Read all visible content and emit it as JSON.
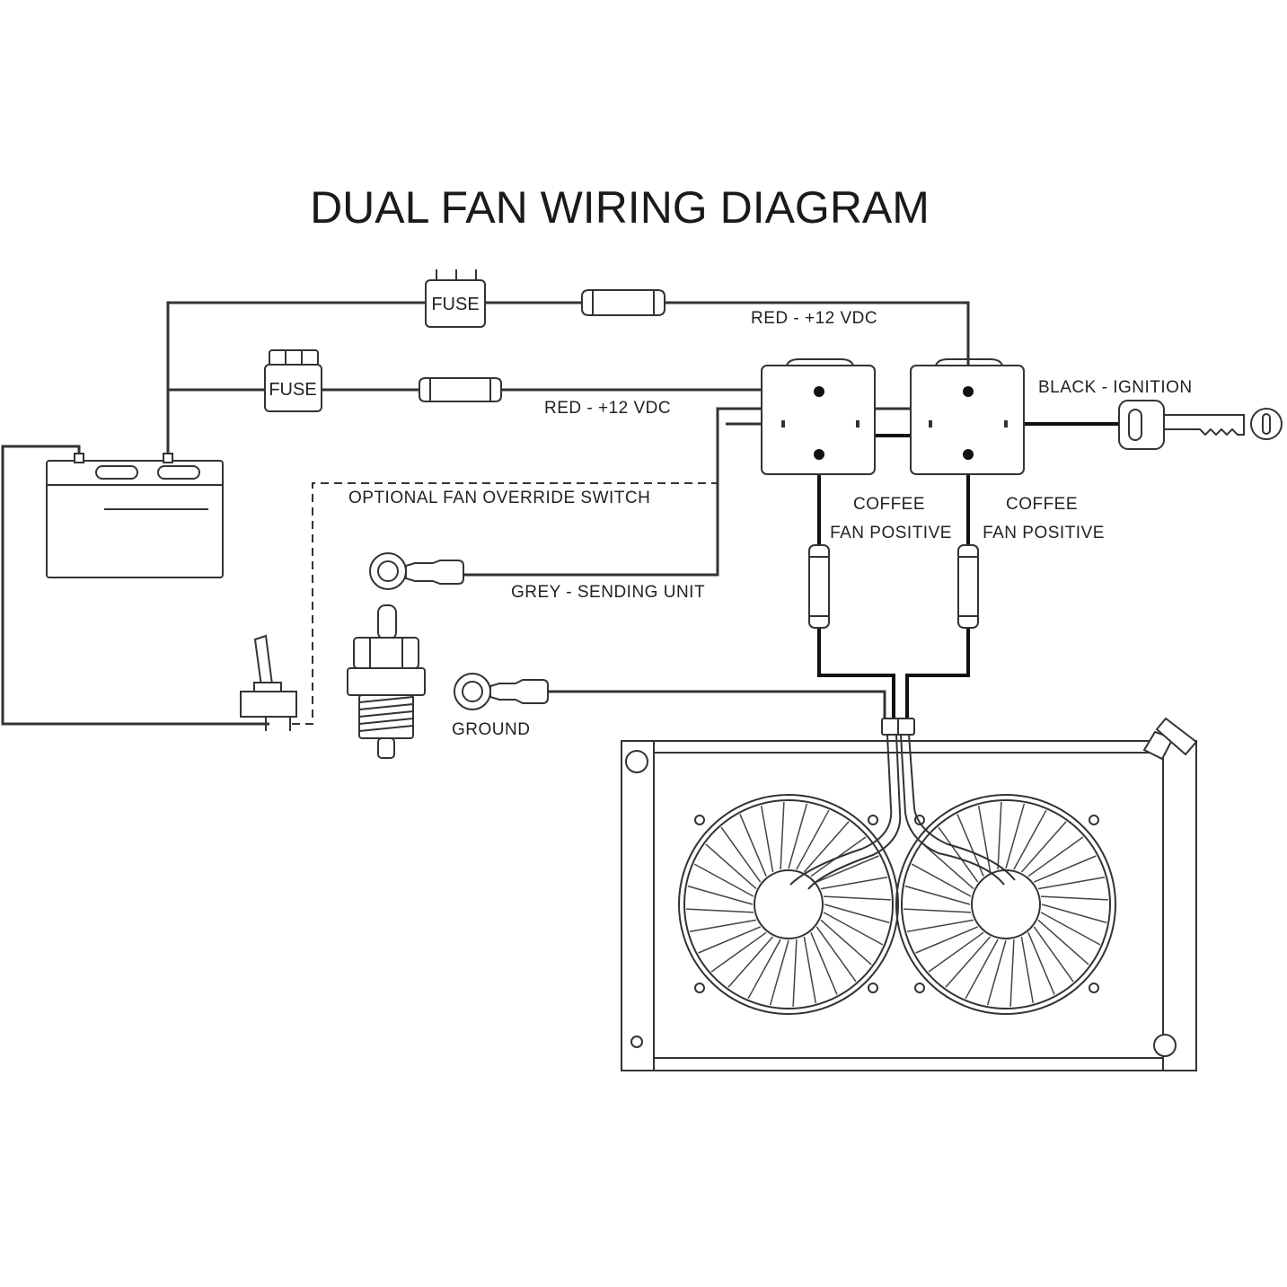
{
  "title": "DUAL FAN WIRING DIAGRAM",
  "labels": {
    "fuse_top": "FUSE",
    "fuse_middle": "FUSE",
    "red_top": "RED - +12 VDC",
    "red_middle": "RED - +12 VDC",
    "black_ignition": "BLACK - IGNITION",
    "override_switch": "OPTIONAL FAN OVERRIDE SWITCH",
    "coffee_left": "COFFEE",
    "fan_positive_left": "FAN POSITIVE",
    "coffee_right": "COFFEE",
    "fan_positive_right": "FAN POSITIVE",
    "grey_sending_unit": "GREY - SENDING UNIT",
    "ground": "GROUND"
  },
  "components": {
    "battery": "battery-icon",
    "relays": [
      "relay-icon",
      "relay-icon"
    ],
    "ignition_key": "key-icon",
    "toggle_switch": "toggle-switch-icon",
    "temperature_sensor": "sending-unit-icon",
    "radiator": "radiator-icon",
    "fans": [
      "fan-icon",
      "fan-icon"
    ]
  },
  "colors": {
    "ink": "#333333",
    "background": "#ffffff"
  }
}
